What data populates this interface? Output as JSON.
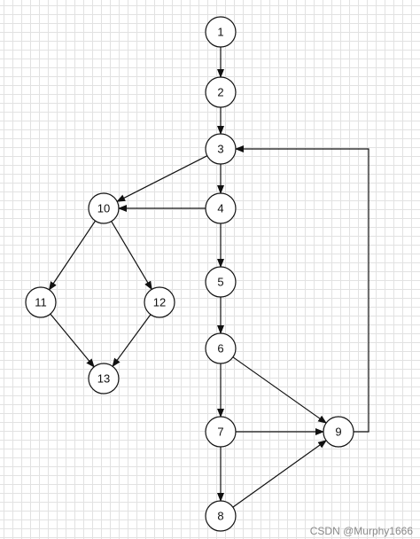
{
  "diagram": {
    "nodes": [
      {
        "id": "1",
        "label": "1"
      },
      {
        "id": "2",
        "label": "2"
      },
      {
        "id": "3",
        "label": "3"
      },
      {
        "id": "4",
        "label": "4"
      },
      {
        "id": "5",
        "label": "5"
      },
      {
        "id": "6",
        "label": "6"
      },
      {
        "id": "7",
        "label": "7"
      },
      {
        "id": "8",
        "label": "8"
      },
      {
        "id": "9",
        "label": "9"
      },
      {
        "id": "10",
        "label": "10"
      },
      {
        "id": "11",
        "label": "11"
      },
      {
        "id": "12",
        "label": "12"
      },
      {
        "id": "13",
        "label": "13"
      }
    ],
    "edges": [
      {
        "from": "1",
        "to": "2"
      },
      {
        "from": "2",
        "to": "3"
      },
      {
        "from": "3",
        "to": "4"
      },
      {
        "from": "3",
        "to": "10"
      },
      {
        "from": "4",
        "to": "10"
      },
      {
        "from": "4",
        "to": "5"
      },
      {
        "from": "5",
        "to": "6"
      },
      {
        "from": "6",
        "to": "7"
      },
      {
        "from": "6",
        "to": "9"
      },
      {
        "from": "7",
        "to": "9"
      },
      {
        "from": "7",
        "to": "8"
      },
      {
        "from": "8",
        "to": "9"
      },
      {
        "from": "9",
        "to": "3"
      },
      {
        "from": "10",
        "to": "11"
      },
      {
        "from": "10",
        "to": "12"
      },
      {
        "from": "11",
        "to": "13"
      },
      {
        "from": "12",
        "to": "13"
      }
    ],
    "colors": {
      "stroke": "#111111",
      "node_fill": "#ffffff",
      "grid": "#e2e2e2"
    }
  },
  "watermark": "CSDN @Murphy1666"
}
